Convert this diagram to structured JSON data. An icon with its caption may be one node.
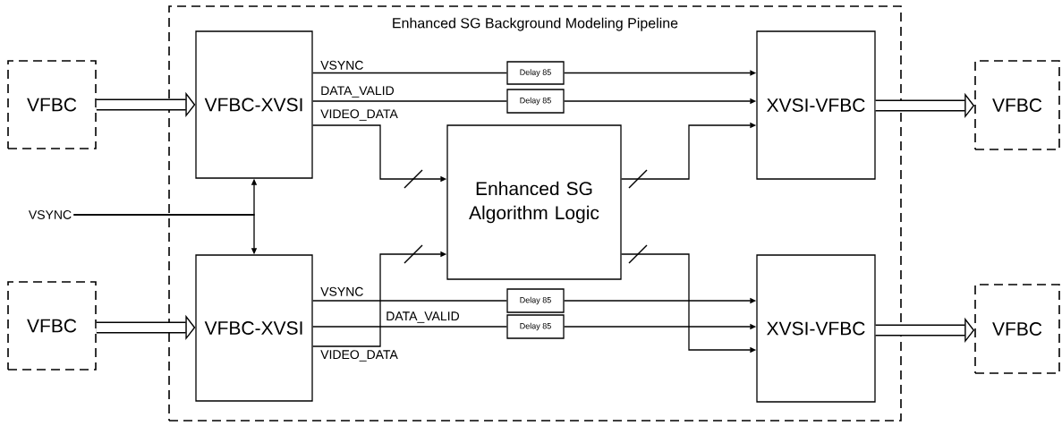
{
  "diagram": {
    "nodes": [
      {
        "text": [
          "Enhanced SG Background Modeling Pipeline"
        ]
      },
      {
        "text": [
          "VFBC"
        ]
      },
      {
        "text": [
          "VFBC-XVSI"
        ],
        "in": 0
      },
      {
        "text": [
          "Delay 85"
        ],
        "in": 0
      },
      {
        "text": [
          "Delay 85"
        ],
        "in": 0
      },
      {
        "text": [
          "Enhanced SG Algorithm Logic"
        ],
        "in": 0
      },
      {
        "text": [
          "XVSI-VFBC"
        ],
        "in": 0
      },
      {
        "text": [
          "VFBC"
        ]
      },
      {
        "text": [
          "VSYNC"
        ]
      },
      {
        "text": [
          "VFBC"
        ]
      },
      {
        "text": [
          "VFBC-XVSI"
        ],
        "in": 0
      },
      {
        "text": [
          "Delay 85"
        ],
        "in": 0
      },
      {
        "text": [
          "Delay 85"
        ],
        "in": 0
      },
      {
        "text": [
          "XVSI-VFBC"
        ],
        "in": 0
      },
      {
        "text": [
          "VFBC"
        ]
      }
    ],
    "edges": [
      {
        "from": 1,
        "to": 2,
        "arrow": "to",
        "style": "thick"
      },
      {
        "from": 2,
        "to": 3,
        "arrow": "none",
        "label": "VSYNC"
      },
      {
        "from": 3,
        "to": 6,
        "arrow": "to"
      },
      {
        "from": 2,
        "to": 4,
        "arrow": "none",
        "label": "DATA_VALID"
      },
      {
        "from": 4,
        "to": 6,
        "arrow": "to"
      },
      {
        "from": 2,
        "to": 5,
        "arrow": "to",
        "label": "VIDEO_DATA"
      },
      {
        "from": 5,
        "to": 6,
        "arrow": "to"
      },
      {
        "from": 6,
        "to": 7,
        "arrow": "to",
        "style": "thick"
      },
      {
        "from": 8,
        "to": 2,
        "arrow": "to"
      },
      {
        "from": 8,
        "to": 10,
        "arrow": "to"
      },
      {
        "from": 9,
        "to": 10,
        "arrow": "to",
        "style": "thick"
      },
      {
        "from": 10,
        "to": 11,
        "arrow": "none",
        "label": "VSYNC"
      },
      {
        "from": 11,
        "to": 13,
        "arrow": "to"
      },
      {
        "from": 10,
        "to": 12,
        "arrow": "none",
        "label": "DATA_VALID"
      },
      {
        "from": 12,
        "to": 13,
        "arrow": "to"
      },
      {
        "from": 10,
        "to": 5,
        "arrow": "to",
        "label": "VIDEO_DATA"
      },
      {
        "from": 5,
        "to": 13,
        "arrow": "to"
      },
      {
        "from": 13,
        "to": 14,
        "arrow": "to",
        "style": "thick"
      }
    ]
  }
}
